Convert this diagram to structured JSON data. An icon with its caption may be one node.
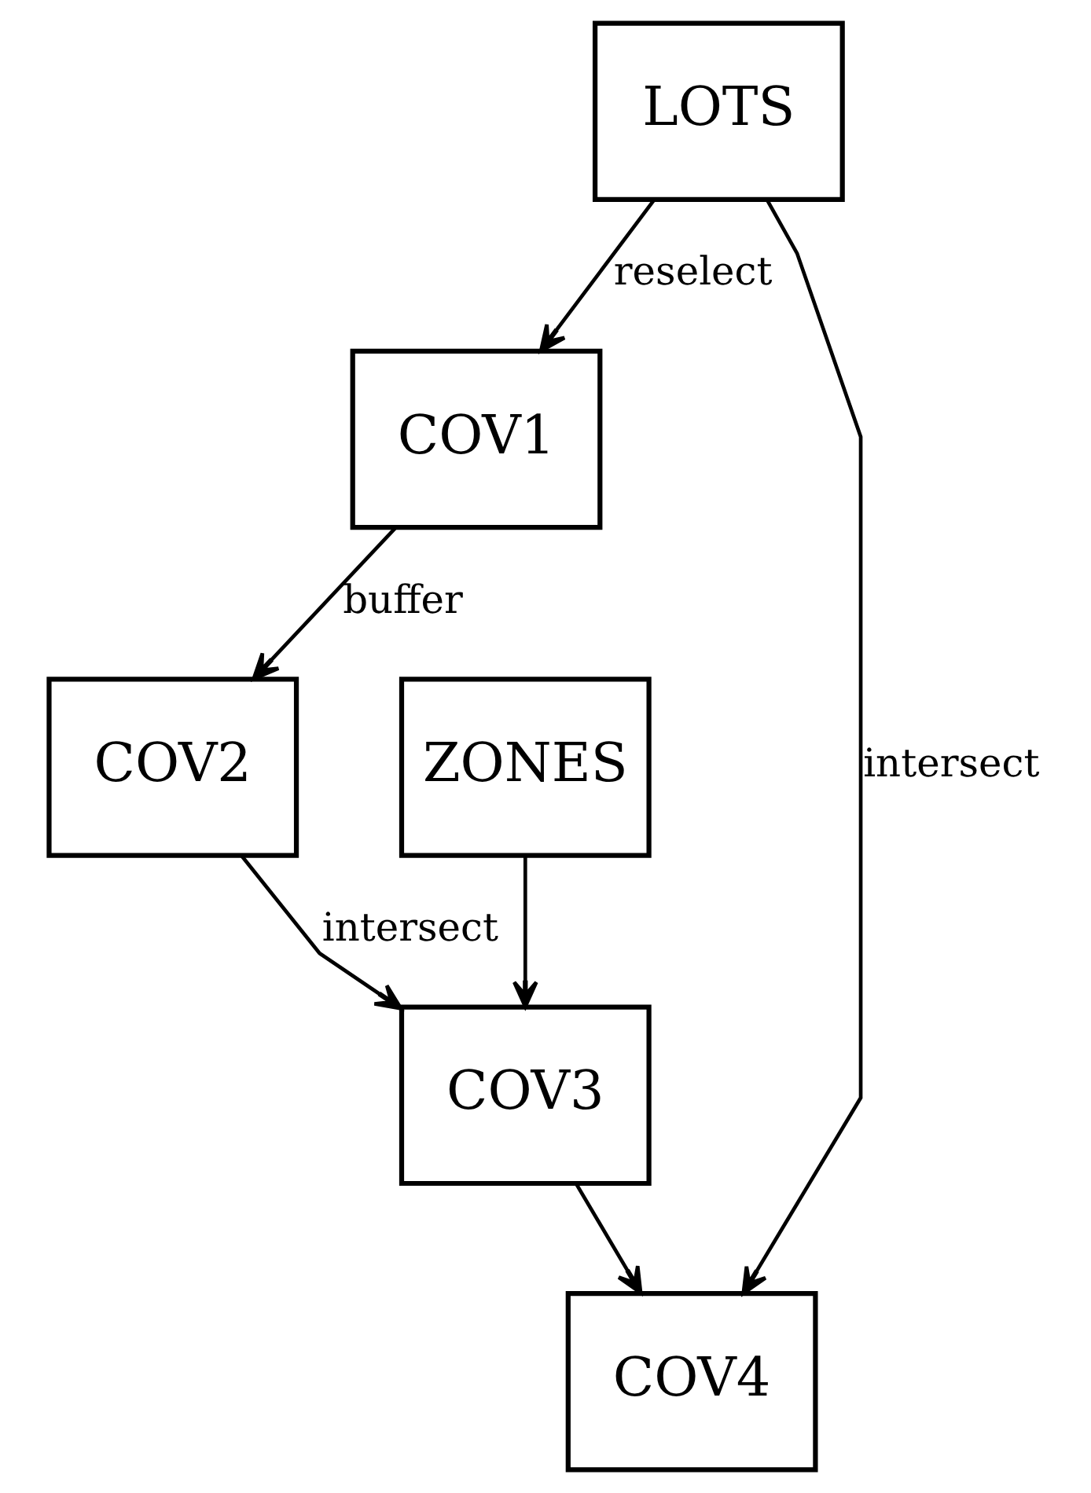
{
  "diagram": {
    "nodes": [
      {
        "text": [
          "LOTS"
        ]
      },
      {
        "text": [
          "COV1"
        ]
      },
      {
        "text": [
          "COV2"
        ]
      },
      {
        "text": [
          "ZONES"
        ]
      },
      {
        "text": [
          "COV3"
        ]
      },
      {
        "text": [
          "COV4"
        ]
      }
    ],
    "edges": [
      {
        "from": 0,
        "to": 1,
        "arrow": "to",
        "label": "reselect"
      },
      {
        "from": 1,
        "to": 2,
        "arrow": "to",
        "label": "buffer"
      },
      {
        "from": 2,
        "to": 4,
        "arrow": "to",
        "label": "intersect"
      },
      {
        "from": 3,
        "to": 4,
        "arrow": "to"
      },
      {
        "from": 0,
        "to": 5,
        "arrow": "to",
        "label": "intersect"
      },
      {
        "from": 4,
        "to": 5,
        "arrow": "to"
      }
    ]
  }
}
